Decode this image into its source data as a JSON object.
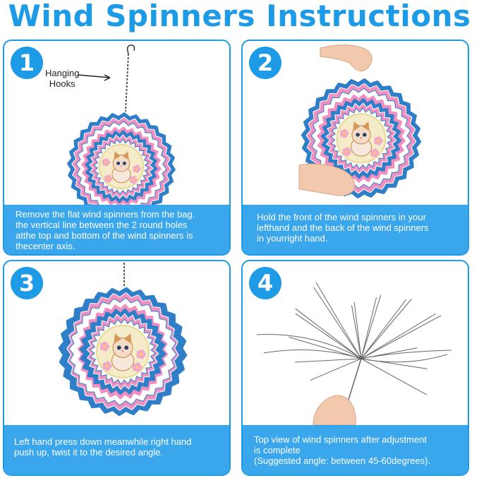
{
  "title": "Wind Spinners Instructions",
  "colors": {
    "accent": "#1e9be6",
    "caption_bg": "#3aa6ec",
    "pink": "#f08fc0",
    "blue": "#2f7fc8",
    "cream": "#f4ecc8"
  },
  "panels": [
    {
      "number": "1",
      "label": [
        "Hanging",
        "Hooks"
      ],
      "caption": [
        "Remove the flat wind spinners from the bag.",
        "the vertical line between the 2 round holes",
        "atthe top and bottom of the wind spinners is",
        "thecenter axis."
      ]
    },
    {
      "number": "2",
      "caption": [
        "Hold the front of the wind spinners in your",
        "lefthand and the back of the wind spinners",
        "in yourright hand."
      ]
    },
    {
      "number": "3",
      "caption": [
        "Left hand press down meanwhile right hand",
        "push up, twist it to the desired angle."
      ]
    },
    {
      "number": "4",
      "caption": [
        "Top view of wind spinners after adjustment",
        "is complete",
        "(Suggested angle: between 45-60degrees)."
      ]
    }
  ]
}
